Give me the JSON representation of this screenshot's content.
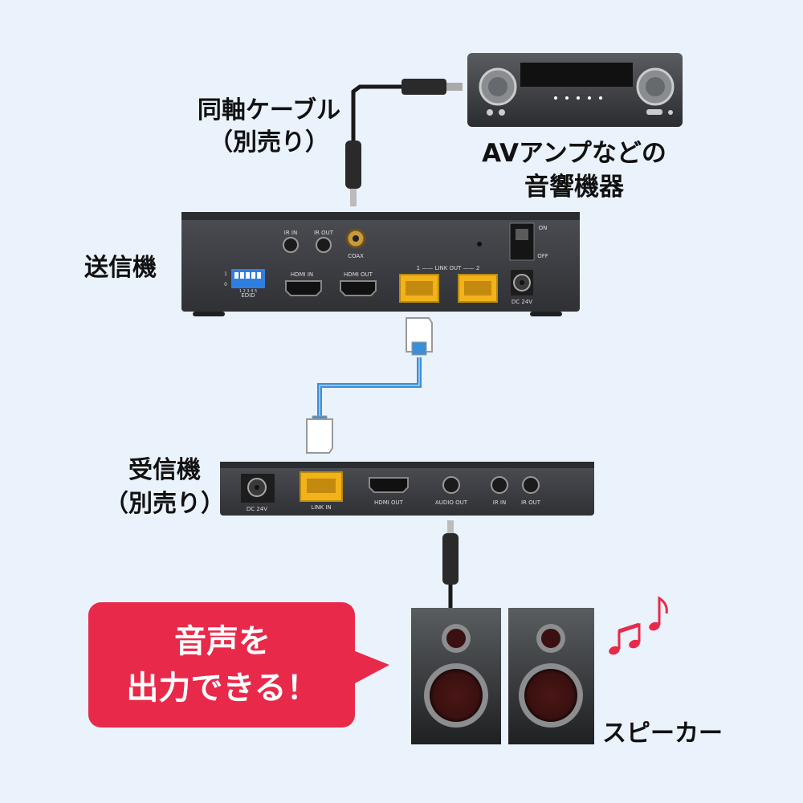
{
  "labels": {
    "coax_cable_line1": "同軸ケーブル",
    "coax_cable_line2": "（別売り）",
    "amp_line1": "AVアンプなどの",
    "amp_line2": "音響機器",
    "transmitter": "送信機",
    "receiver_line1": "受信機",
    "receiver_line2": "（別売り）",
    "speaker": "スピーカー"
  },
  "callout": {
    "line1": "音声を",
    "line2": "出力できる！"
  },
  "transmitter_ports": {
    "ir_in": "IR IN",
    "ir_out": "IR OUT",
    "coax": "COAX",
    "edid": "EDID",
    "dip_numbers": "1 2 3 4 5",
    "dip_on": "1",
    "dip_off": "0",
    "hdmi_in": "HDMI IN",
    "hdmi_out": "HDMI OUT",
    "link_out": "1 —— LINK OUT —— 2",
    "dc": "DC 24V",
    "on": "ON",
    "off": "OFF"
  },
  "receiver_ports": {
    "dc": "DC 24V",
    "link_in": "LINK IN",
    "hdmi_out": "HDMI OUT",
    "audio_out": "AUDIO OUT",
    "ir_in": "IR IN",
    "ir_out": "IR OUT"
  },
  "colors": {
    "background": "#eaf2fb",
    "callout": "#e8294a",
    "device": "#3a3c40",
    "rj45": "#f2b21a",
    "lan_cable": "#3b8fd9",
    "dip": "#2f7fe0",
    "note": "#e8294a"
  }
}
